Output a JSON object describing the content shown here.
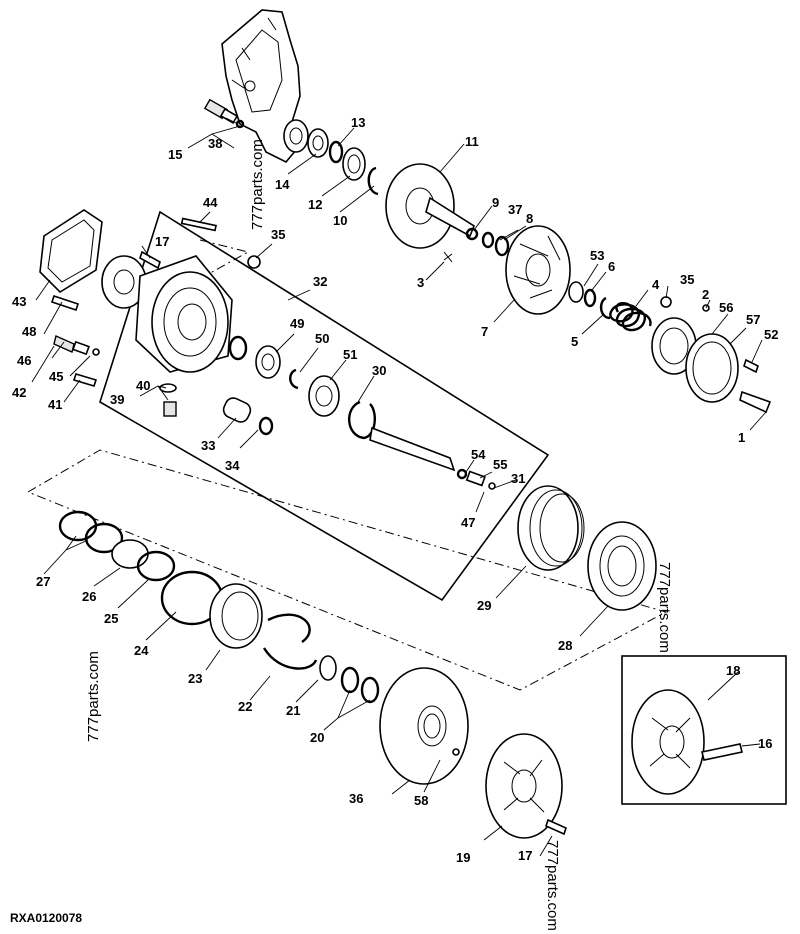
{
  "reference_code": "RXA0120078",
  "watermarks": [
    "777parts.com",
    "777parts.com",
    "777parts.com",
    "777parts.com"
  ],
  "callouts": [
    {
      "n": "1"
    },
    {
      "n": "2"
    },
    {
      "n": "3"
    },
    {
      "n": "4"
    },
    {
      "n": "5"
    },
    {
      "n": "6"
    },
    {
      "n": "7"
    },
    {
      "n": "8"
    },
    {
      "n": "9"
    },
    {
      "n": "10"
    },
    {
      "n": "11"
    },
    {
      "n": "12"
    },
    {
      "n": "13"
    },
    {
      "n": "14"
    },
    {
      "n": "15"
    },
    {
      "n": "16"
    },
    {
      "n": "17"
    },
    {
      "n": "17"
    },
    {
      "n": "18"
    },
    {
      "n": "19"
    },
    {
      "n": "20"
    },
    {
      "n": "21"
    },
    {
      "n": "22"
    },
    {
      "n": "23"
    },
    {
      "n": "24"
    },
    {
      "n": "25"
    },
    {
      "n": "26"
    },
    {
      "n": "27"
    },
    {
      "n": "28"
    },
    {
      "n": "29"
    },
    {
      "n": "30"
    },
    {
      "n": "31"
    },
    {
      "n": "32"
    },
    {
      "n": "33"
    },
    {
      "n": "34"
    },
    {
      "n": "35"
    },
    {
      "n": "35"
    },
    {
      "n": "36"
    },
    {
      "n": "37"
    },
    {
      "n": "38"
    },
    {
      "n": "39"
    },
    {
      "n": "40"
    },
    {
      "n": "41"
    },
    {
      "n": "42"
    },
    {
      "n": "43"
    },
    {
      "n": "44"
    },
    {
      "n": "45"
    },
    {
      "n": "46"
    },
    {
      "n": "47"
    },
    {
      "n": "48"
    },
    {
      "n": "49"
    },
    {
      "n": "50"
    },
    {
      "n": "51"
    },
    {
      "n": "52"
    },
    {
      "n": "53"
    },
    {
      "n": "54"
    },
    {
      "n": "55"
    },
    {
      "n": "56"
    },
    {
      "n": "57"
    },
    {
      "n": "58"
    }
  ]
}
